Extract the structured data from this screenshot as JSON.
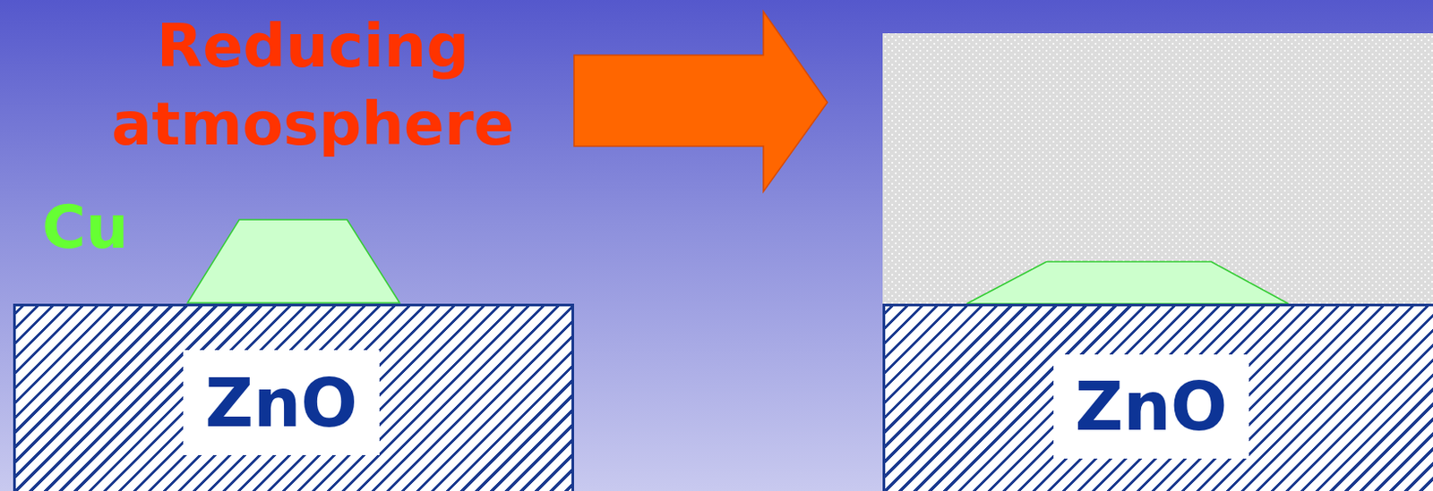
{
  "diagram": {
    "nodes": [
      {
        "text": [
          "ZnO"
        ]
      },
      {
        "text": [
          "ZnO"
        ]
      }
    ],
    "labels": [
      "Reducing atmosphere",
      "Cu"
    ]
  }
}
